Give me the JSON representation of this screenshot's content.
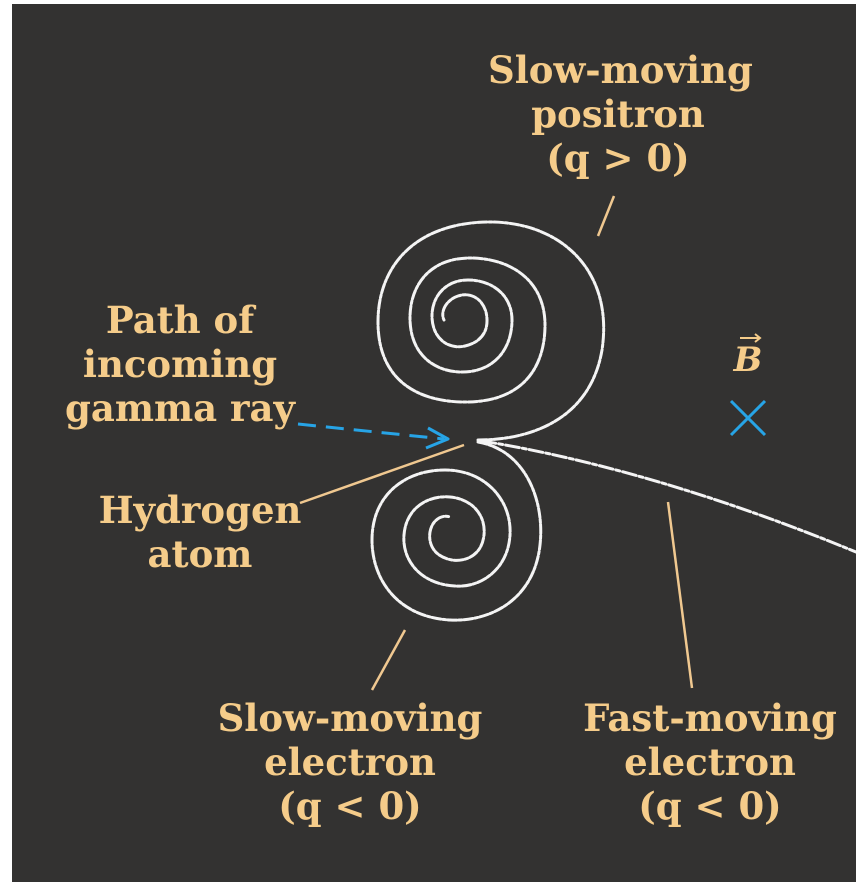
{
  "colors": {
    "background": "#333231",
    "label_text": "#f5cc8a",
    "leader_line": "#f0c890",
    "track": "#f4f4f4",
    "gamma_arrow": "#27a4e6",
    "field_symbol": "#27a4e6"
  },
  "labels": {
    "positron": {
      "line1": "Slow-moving",
      "line2": "positron",
      "line3": "(q > 0)"
    },
    "gamma": {
      "line1": "Path of",
      "line2": "incoming",
      "line3": "gamma ray"
    },
    "hydrogen": {
      "line1": "Hydrogen",
      "line2": "atom"
    },
    "slow_electron": {
      "line1": "Slow-moving",
      "line2": "electron",
      "line3": "(q < 0)"
    },
    "fast_electron": {
      "line1": "Fast-moving",
      "line2": "electron",
      "line3": "(q < 0)"
    },
    "field": {
      "symbol": "B",
      "direction_icon": "into-page-cross-icon"
    }
  }
}
